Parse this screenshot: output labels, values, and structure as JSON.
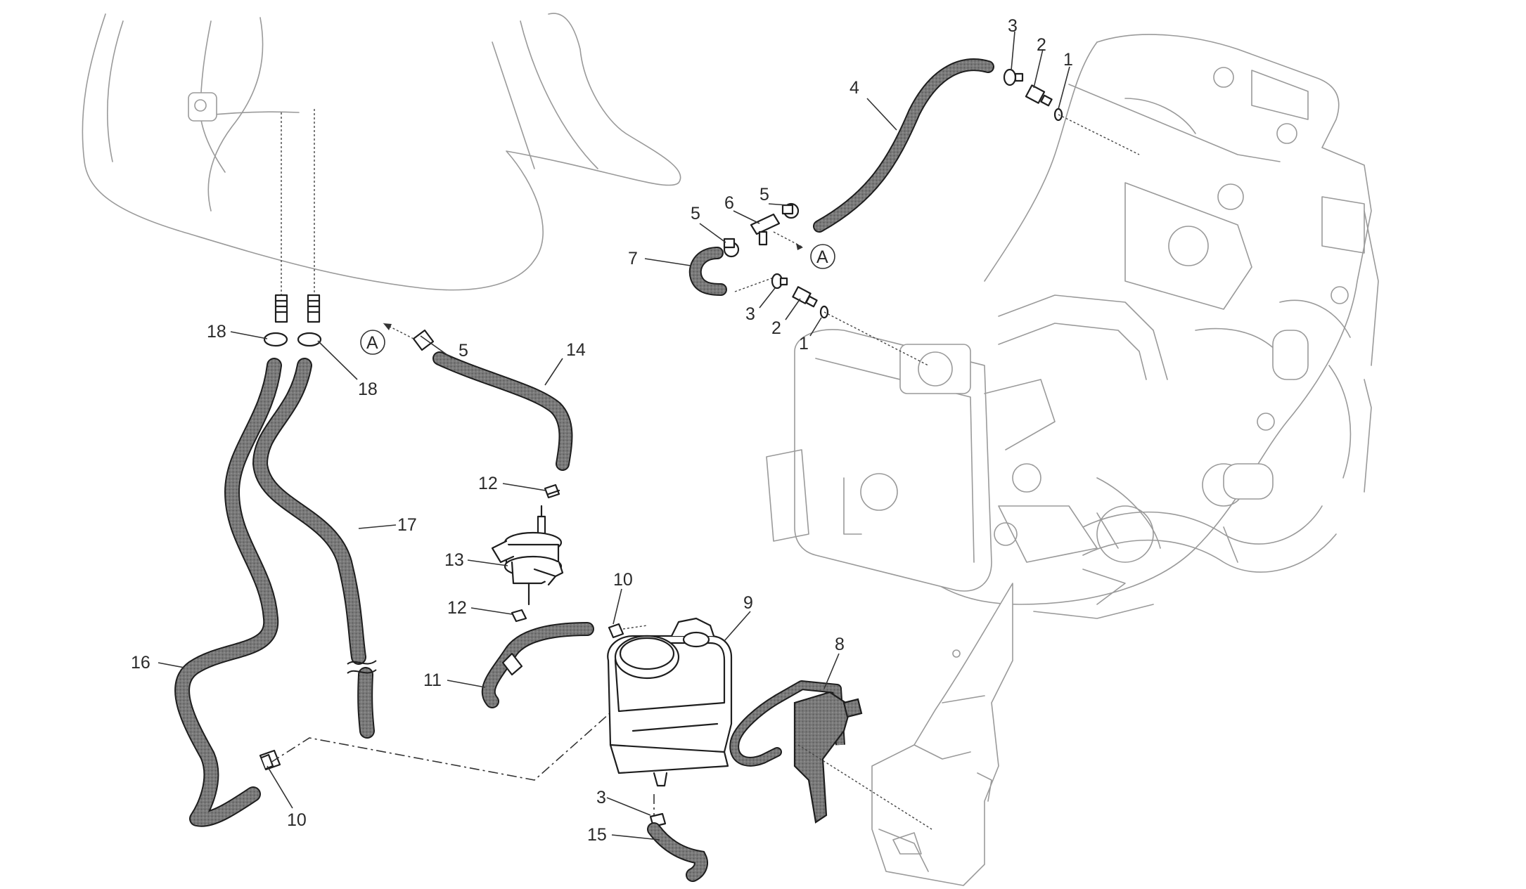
{
  "diagram": {
    "callouts": {
      "c1": "1",
      "c2": "2",
      "c3": "3",
      "c4": "4",
      "c5": "5",
      "c6": "6",
      "c5b": "5",
      "c7": "7",
      "c3b": "3",
      "c2b": "2",
      "c1b": "1",
      "cA1": "A",
      "c18a": "18",
      "c18b": "18",
      "c5c": "5",
      "cA2": "A",
      "c14": "14",
      "c12a": "12",
      "c13": "13",
      "c12b": "12",
      "c17": "17",
      "c10a": "10",
      "c9": "9",
      "c8": "8",
      "c11": "11",
      "c16": "16",
      "c3c": "3",
      "c10b": "10",
      "c15": "15"
    },
    "colors": {
      "hose": "#6e6e6e",
      "outline": "#1e1e1e",
      "ghost": "#9a9a9a"
    }
  }
}
